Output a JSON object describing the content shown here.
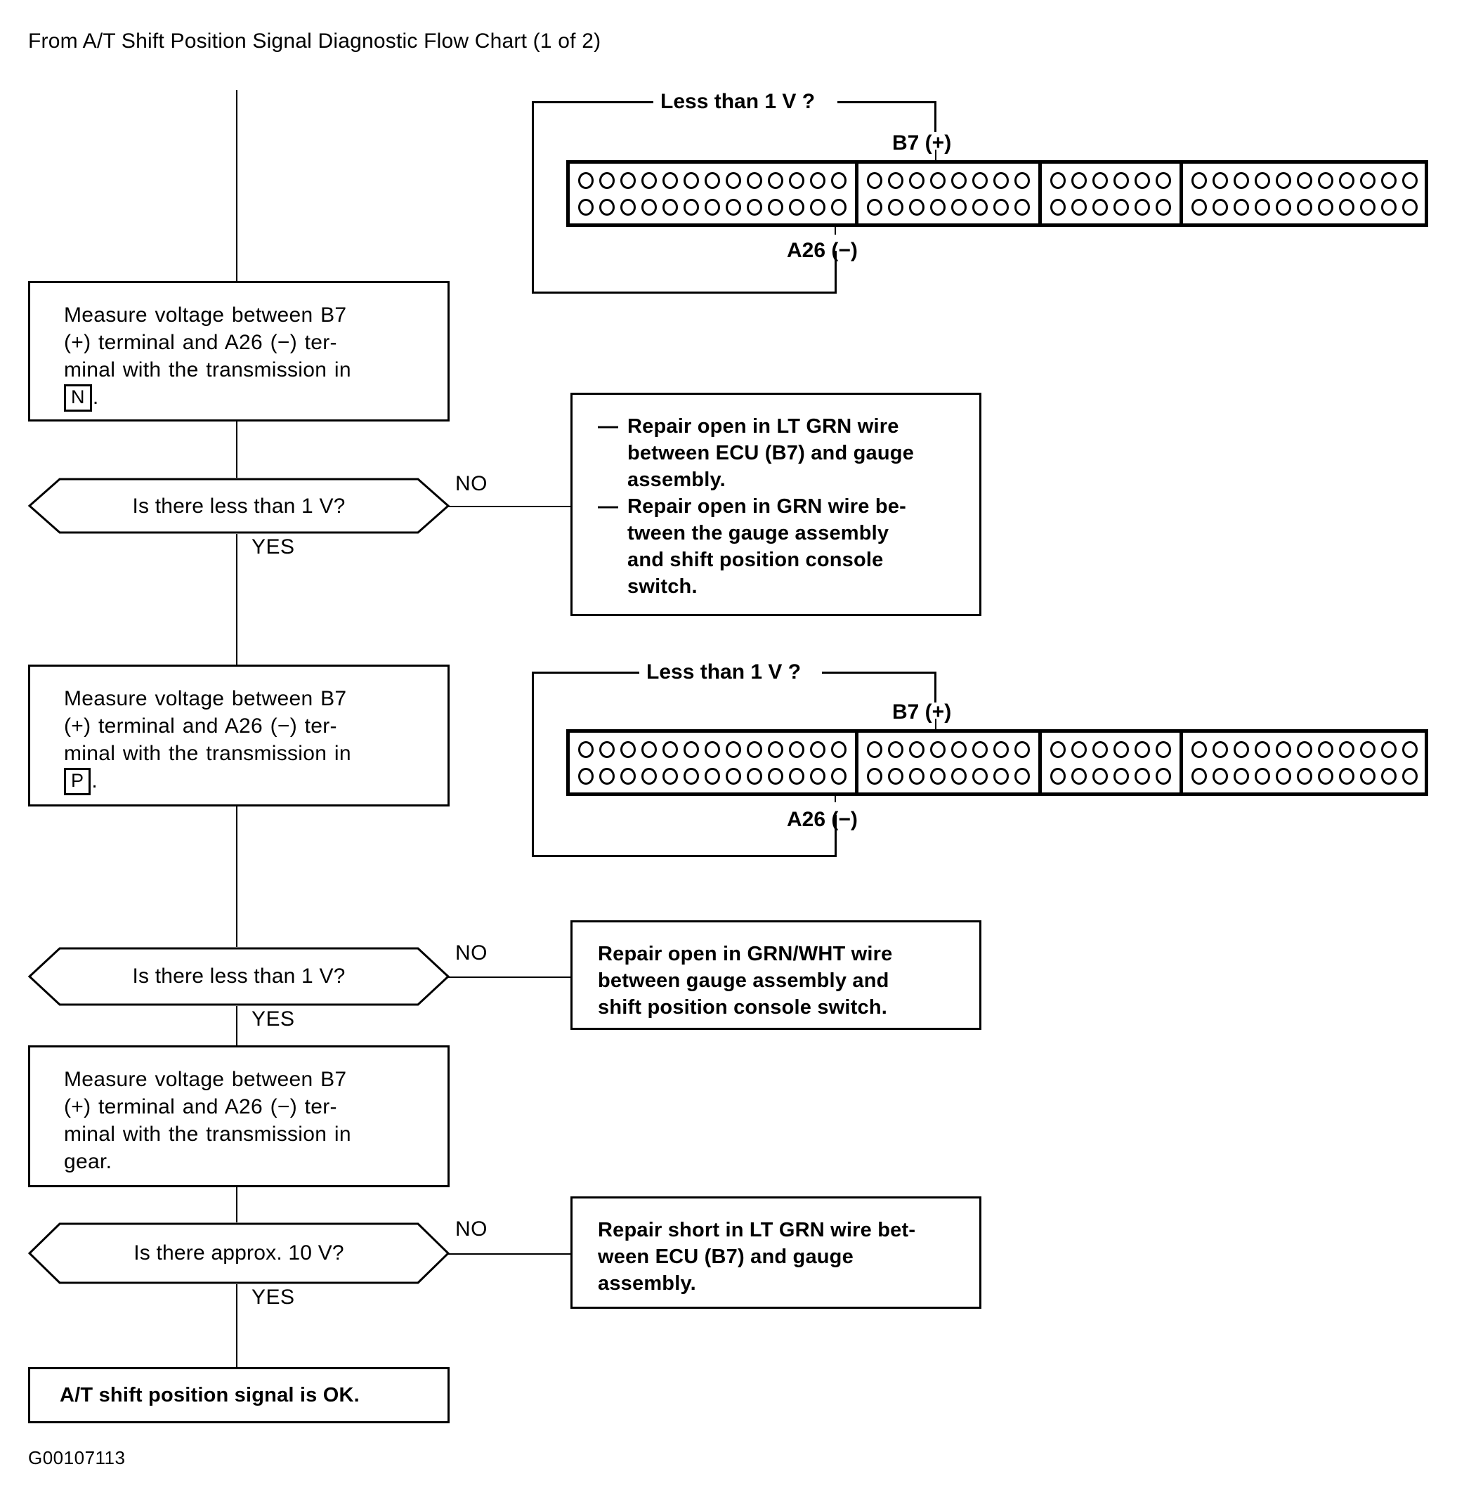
{
  "page": {
    "title": "From A/T Shift Position Signal Diagnostic Flow Chart (1 of 2)",
    "figure_id": "G00107113"
  },
  "steps": {
    "measure_n": {
      "line1": "Measure voltage between B7",
      "line2": "(+) terminal and A26 (−) ter-",
      "line3": "minal with the transmission in",
      "line4_gear": "N",
      "line4_tail": "."
    },
    "measure_p": {
      "line1": "Measure voltage between B7",
      "line2": "(+) terminal and A26 (−) ter-",
      "line3": "minal with the transmission in",
      "line4_gear": "P",
      "line4_tail": "."
    },
    "measure_gear": {
      "line1": "Measure voltage between B7",
      "line2": "(+) terminal and A26 (−) ter-",
      "line3": "minal with the transmission in",
      "line4": "gear."
    }
  },
  "decisions": [
    {
      "question": "Is there less than 1 V?",
      "no_label": "NO",
      "yes_label": "YES"
    },
    {
      "question": "Is there less than 1 V?",
      "no_label": "NO",
      "yes_label": "YES"
    },
    {
      "question": "Is there approx. 10 V?",
      "no_label": "NO",
      "yes_label": "YES"
    }
  ],
  "repairs": {
    "repair1": {
      "bullet1": {
        "dash": "—",
        "l1": "Repair open in LT GRN wire",
        "l2": "between ECU (B7) and gauge",
        "l3": "assembly."
      },
      "bullet2": {
        "dash": "—",
        "l1": "Repair open in GRN wire be-",
        "l2": "tween the gauge assembly",
        "l3": "and shift position console",
        "l4": "switch."
      }
    },
    "repair2": {
      "l1": "Repair open in GRN/WHT wire",
      "l2": "between gauge assembly and",
      "l3": "shift position console switch."
    },
    "repair3": {
      "l1": "Repair short in LT GRN wire bet-",
      "l2": "ween ECU (B7) and gauge",
      "l3": "assembly."
    }
  },
  "terminal_box": {
    "text": "A/T shift position signal is OK."
  },
  "connectors": [
    {
      "less_label": "Less than 1 V ?",
      "plus_label": "B7 (+)",
      "minus_label": "A26 (−)",
      "segments": [
        {
          "top_pins": 13,
          "bottom_pins": 13
        },
        {
          "top_pins": 8,
          "bottom_pins": 8
        },
        {
          "top_pins": 6,
          "bottom_pins": 6
        },
        {
          "top_pins": 11,
          "bottom_pins": 11
        }
      ],
      "plus_pin": {
        "segment": 2,
        "row": "top",
        "index": 4
      },
      "minus_pin": {
        "segment": 1,
        "row": "bottom",
        "index": 13
      }
    },
    {
      "less_label": "Less than 1 V ?",
      "plus_label": "B7 (+)",
      "minus_label": "A26 (−)",
      "segments": [
        {
          "top_pins": 13,
          "bottom_pins": 13
        },
        {
          "top_pins": 8,
          "bottom_pins": 8
        },
        {
          "top_pins": 6,
          "bottom_pins": 6
        },
        {
          "top_pins": 11,
          "bottom_pins": 11
        }
      ],
      "plus_pin": {
        "segment": 2,
        "row": "top",
        "index": 4
      },
      "minus_pin": {
        "segment": 1,
        "row": "bottom",
        "index": 13
      }
    }
  ],
  "colors": {
    "ink": "#000000",
    "paper": "#ffffff"
  }
}
